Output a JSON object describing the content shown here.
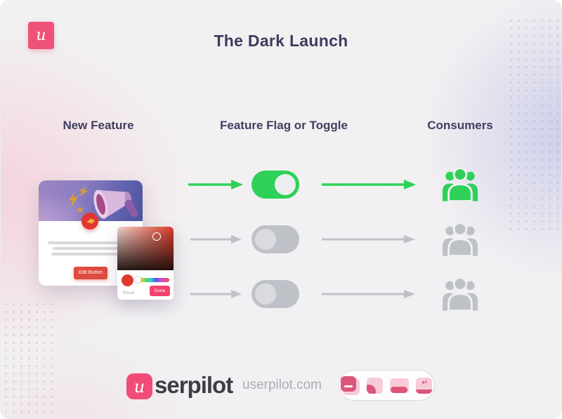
{
  "header": {
    "title": "The Dark Launch"
  },
  "brand": {
    "logo_letter": "u",
    "footer_name_rest": "serpilot",
    "website": "userpilot.com"
  },
  "columns": {
    "feature": "New Feature",
    "toggle": "Feature Flag or Toggle",
    "consumers": "Consumers"
  },
  "rows": [
    {
      "state": "on"
    },
    {
      "state": "off"
    },
    {
      "state": "off"
    }
  ],
  "feature_card": {
    "edit_button_label": "Edit Button"
  },
  "color_picker": {
    "reset_label": "Reset",
    "done_label": "Done"
  },
  "footer": {
    "pattern_icons": [
      "modal-icon",
      "slideout-icon",
      "banner-icon",
      "tooltip-icon"
    ]
  },
  "colors": {
    "brand_pink": "#EE5377",
    "toggle_on_green": "#2ED158",
    "toggle_off_gray": "#BEC2C8",
    "heading_navy": "#3E3B5E",
    "badge_red": "#E23730",
    "edit_button_red": "#DF4B3F",
    "done_pink": "#F5416C"
  }
}
